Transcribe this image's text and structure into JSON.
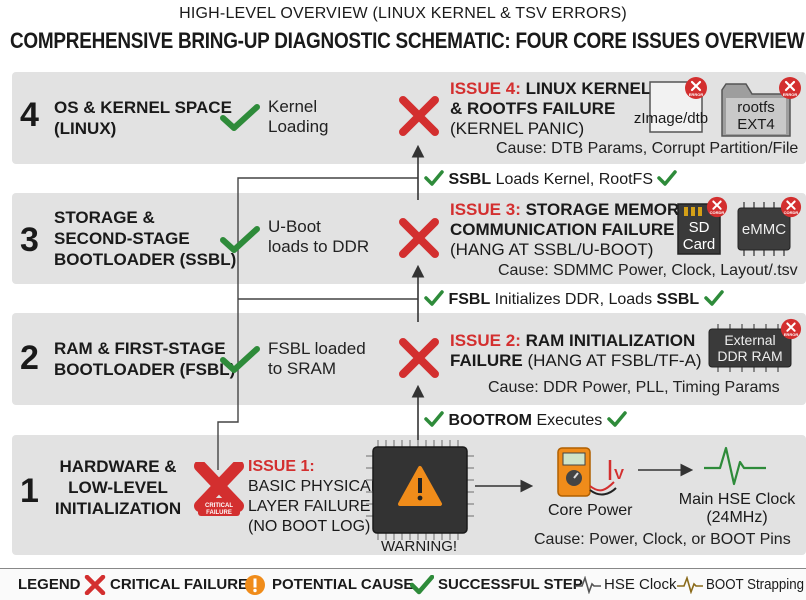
{
  "header": {
    "subtitle": "HIGH-LEVEL OVERVIEW (LINUX KERNEL & TSV ERRORS)",
    "title": "COMPREHENSIVE BRING-UP DIAGNOSTIC SCHEMATIC: FOUR CORE ISSUES OVERVIEW"
  },
  "layers": [
    {
      "number": "4",
      "name_line1": "OS & KERNEL SPACE",
      "name_line2": "(LINUX)",
      "step_line1": "Kernel",
      "step_line2": "Loading",
      "issue_prefix": "ISSUE 4:",
      "issue_line1": "LINUX KERNEL",
      "issue_line2": "& ROOTFS FAILURE",
      "issue_line3": "(KERNEL PANIC)",
      "cause": "Cause: DTB Params, Corrupt Partition/File"
    },
    {
      "number": "3",
      "name_line1": "STORAGE &",
      "name_line2": "SECOND-STAGE",
      "name_line3": "BOOTLOADER (SSBL)",
      "step_line1": "U-Boot",
      "step_line2": "loads to DDR",
      "issue_prefix": "ISSUE 3:",
      "issue_line1": "STORAGE MEMORY",
      "issue_line2": "COMMUNICATION FAILURE",
      "issue_line3": "(HANG AT SSBL/U-BOOT)",
      "cause": "Cause: SDMMC Power, Clock, Layout/.tsv"
    },
    {
      "number": "2",
      "name_line1": "RAM & FIRST-STAGE",
      "name_line2": "BOOTLOADER (FSBL)",
      "step_line1": "FSBL loaded",
      "step_line2": "to SRAM",
      "issue_prefix": "ISSUE 2:",
      "issue_line1": "RAM INITIALIZATION",
      "issue_line2_bold": "FAILURE",
      "issue_line2_rest": " (HANG AT FSBL/TF-A)",
      "cause": "Cause: DDR Power, PLL, Timing Params"
    },
    {
      "number": "1",
      "name_line1": "HARDWARE &",
      "name_line2": "LOW-LEVEL",
      "name_line3": "INITIALIZATION",
      "issue_prefix": "ISSUE 1:",
      "issue_line1": "BASIC PHYSICAL",
      "issue_line2": "LAYER FAILURE",
      "issue_line3": "(NO BOOT LOG)",
      "cause": "Cause: Power, Clock, or BOOT Pins"
    }
  ],
  "bridges": [
    {
      "bold": "SSBL",
      "rest": " Loads Kernel, RootFS"
    },
    {
      "bold": "FSBL",
      "rest": " Initializes DDR, Loads ",
      "bold2": "SSBL"
    },
    {
      "bold": "BOOTROM",
      "rest": " Executes"
    }
  ],
  "icons": {
    "zimage": "zImage/dtb",
    "rootfs_line1": "rootfs",
    "rootfs_line2": "EXT4",
    "sd_line1": "SD",
    "sd_line2": "Card",
    "emmc": "eMMC",
    "ddr_line1": "External",
    "ddr_line2": "DDR RAM",
    "error_badge": "ERROR",
    "corrupt_badge": "CORDR",
    "critical_line1": "CRITICAL",
    "critical_line2": "FAILURE",
    "warning_label": "WARNING!",
    "meter_label": "Core Power",
    "meter_v": "V",
    "clock_line1": "Main HSE Clock",
    "clock_line2": "(24MHz)"
  },
  "legend": {
    "title": "LEGEND",
    "critical": "CRITICAL FAILURE",
    "potential": "POTENTIAL CAUSE",
    "success": "SUCCESSFUL STEP",
    "hse": "HSE Clock",
    "boot": "BOOT Strapping"
  },
  "colors": {
    "fail": "#d32f2f",
    "ok": "#2e8b3a",
    "warn": "#f08c1a",
    "panel": "#e2e2e2"
  }
}
